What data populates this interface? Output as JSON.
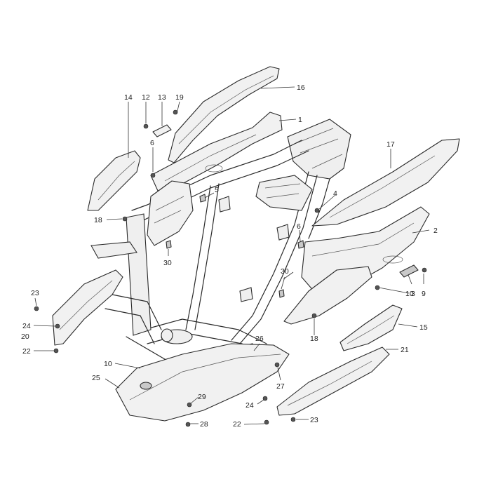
{
  "callouts": [
    {
      "id": "c1",
      "label": "1"
    },
    {
      "id": "c2",
      "label": "2"
    },
    {
      "id": "c3",
      "label": "3"
    },
    {
      "id": "c4",
      "label": "4"
    },
    {
      "id": "c5",
      "label": "5"
    },
    {
      "id": "c6a",
      "label": "6"
    },
    {
      "id": "c6b",
      "label": "6"
    },
    {
      "id": "c9",
      "label": "9"
    },
    {
      "id": "c10a",
      "label": "10"
    },
    {
      "id": "c10b",
      "label": "10"
    },
    {
      "id": "c12",
      "label": "12"
    },
    {
      "id": "c13",
      "label": "13"
    },
    {
      "id": "c14",
      "label": "14"
    },
    {
      "id": "c15",
      "label": "15"
    },
    {
      "id": "c16",
      "label": "16"
    },
    {
      "id": "c17",
      "label": "17"
    },
    {
      "id": "c18a",
      "label": "18"
    },
    {
      "id": "c18b",
      "label": "18"
    },
    {
      "id": "c19",
      "label": "19"
    },
    {
      "id": "c20",
      "label": "20"
    },
    {
      "id": "c21",
      "label": "21"
    },
    {
      "id": "c22a",
      "label": "22"
    },
    {
      "id": "c22b",
      "label": "22"
    },
    {
      "id": "c23a",
      "label": "23"
    },
    {
      "id": "c23b",
      "label": "23"
    },
    {
      "id": "c24a",
      "label": "24"
    },
    {
      "id": "c24b",
      "label": "24"
    },
    {
      "id": "c25",
      "label": "25"
    },
    {
      "id": "c26",
      "label": "26"
    },
    {
      "id": "c27",
      "label": "27"
    },
    {
      "id": "c28",
      "label": "28"
    },
    {
      "id": "c29",
      "label": "29"
    },
    {
      "id": "c30a",
      "label": "30"
    },
    {
      "id": "c30b",
      "label": "30"
    }
  ]
}
